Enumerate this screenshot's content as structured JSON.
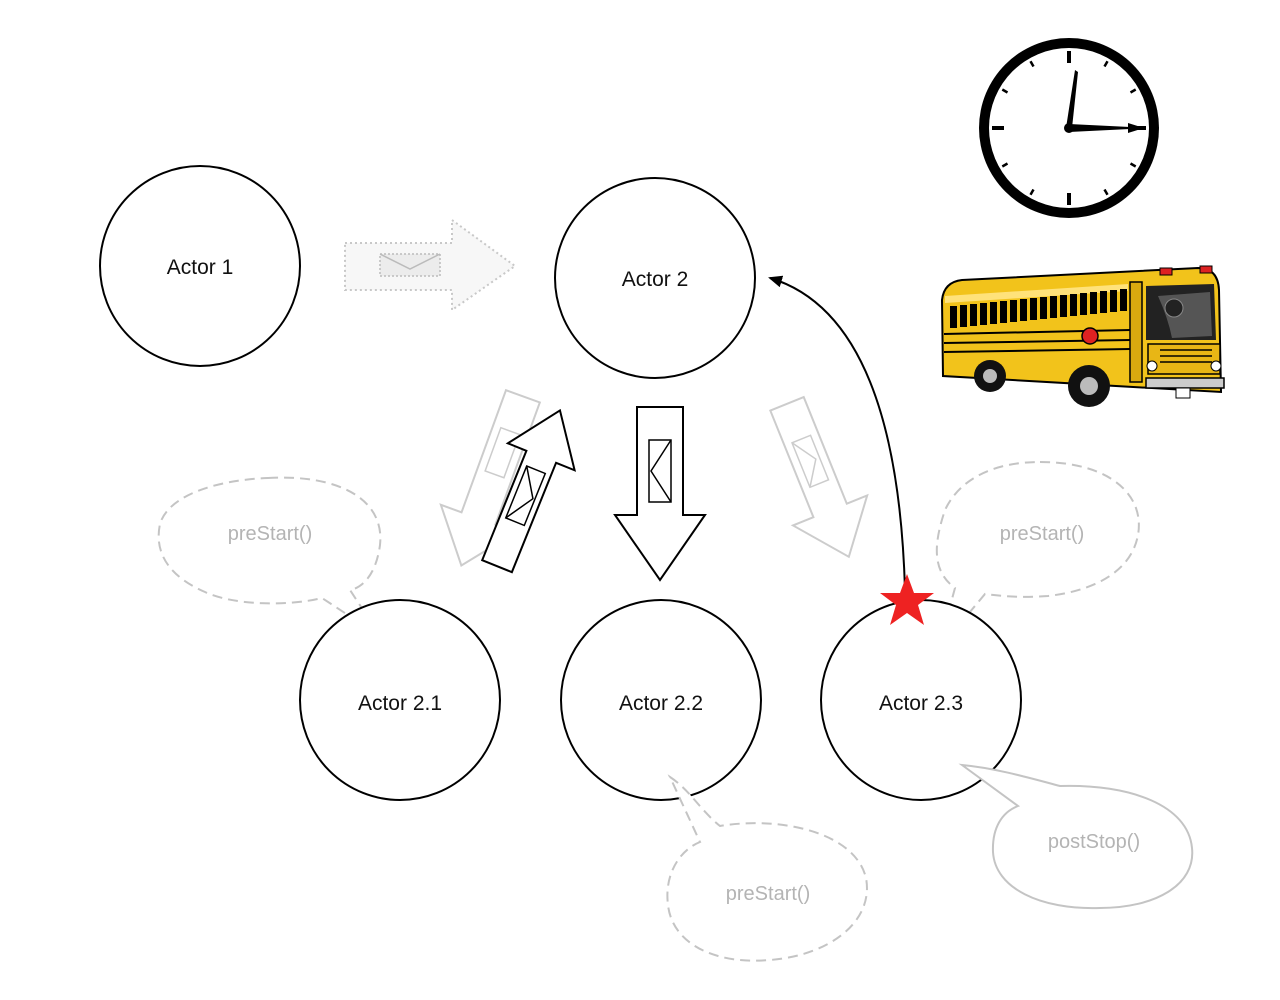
{
  "actors": {
    "a1": "Actor 1",
    "a2": "Actor 2",
    "a21": "Actor 2.1",
    "a22": "Actor 2.2",
    "a23": "Actor 2.3"
  },
  "bubbles": {
    "b21": "preStart()",
    "b22": "preStart()",
    "b23_start": "preStart()",
    "b23_stop": "postStop()"
  },
  "colors": {
    "star": "#ee2222",
    "bus_body": "#f2c31b",
    "faded": "#c8c8c8",
    "bubble_text": "#b4b4b4"
  },
  "icons": {
    "clock": "clock-icon",
    "bus": "school-bus-icon",
    "star": "star-icon",
    "envelope": "envelope-icon"
  }
}
